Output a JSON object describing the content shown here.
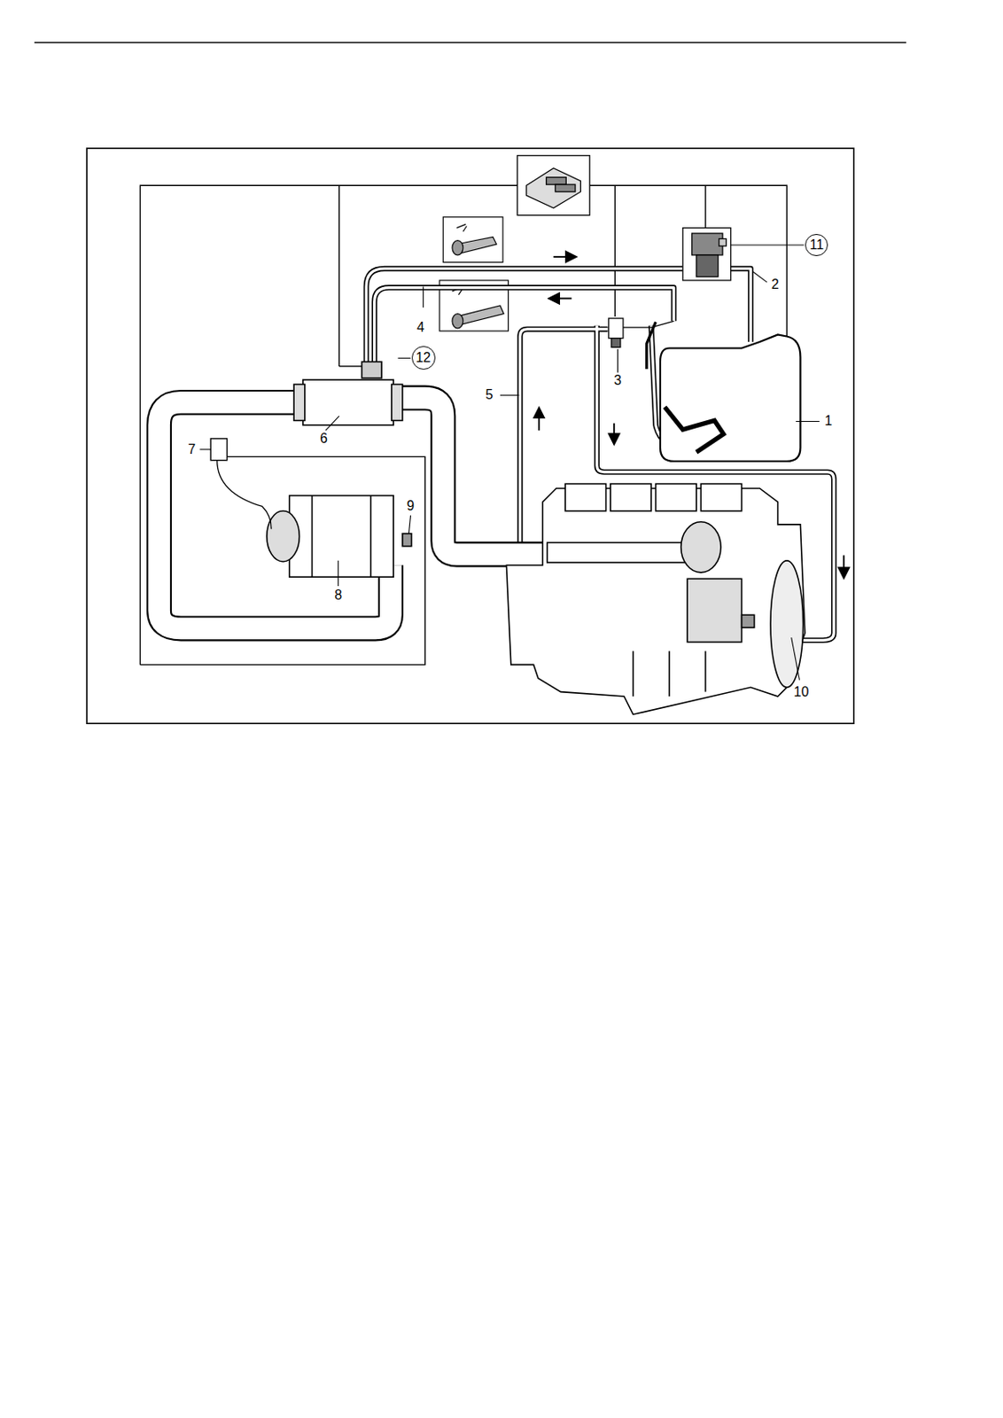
{
  "diagram": {
    "nodes": [
      {
        "text": [
          "11"
        ]
      },
      {
        "text": [
          "12"
        ]
      }
    ],
    "labels": [
      "2",
      "4",
      "3",
      "5",
      "1",
      "6",
      "7",
      "9",
      "8",
      "10"
    ]
  }
}
